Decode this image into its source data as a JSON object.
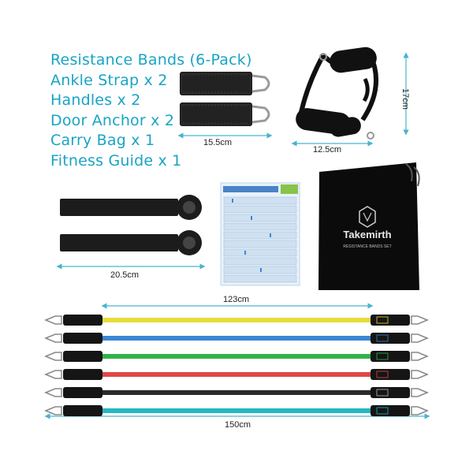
{
  "contents": [
    "Resistance Bands (6-Pack)",
    "Ankle Strap x 2",
    "Handles x 2",
    "Door Anchor x 2",
    "Carry Bag x 1",
    "Fitness Guide x 1"
  ],
  "dimensions": {
    "ankle_strap": "15.5cm",
    "handle_width": "12.5cm",
    "handle_height": "17cm",
    "door_anchor": "20.5cm",
    "band_tube": "123cm",
    "band_total": "150cm"
  },
  "bag": {
    "brand": "Takemirth",
    "subtitle": "RESISTANCE BANDS SET"
  },
  "bands": [
    {
      "color": "yellow",
      "hex": "#e6dc3a"
    },
    {
      "color": "blue",
      "hex": "#3b86d6"
    },
    {
      "color": "green",
      "hex": "#2fb34c"
    },
    {
      "color": "red",
      "hex": "#e04848"
    },
    {
      "color": "black",
      "hex": "#2b2b2b"
    },
    {
      "color": "cyan",
      "hex": "#23b9c0"
    }
  ],
  "colors": {
    "accent": "#19a4c4",
    "dimension_line": "#49b4cf"
  }
}
